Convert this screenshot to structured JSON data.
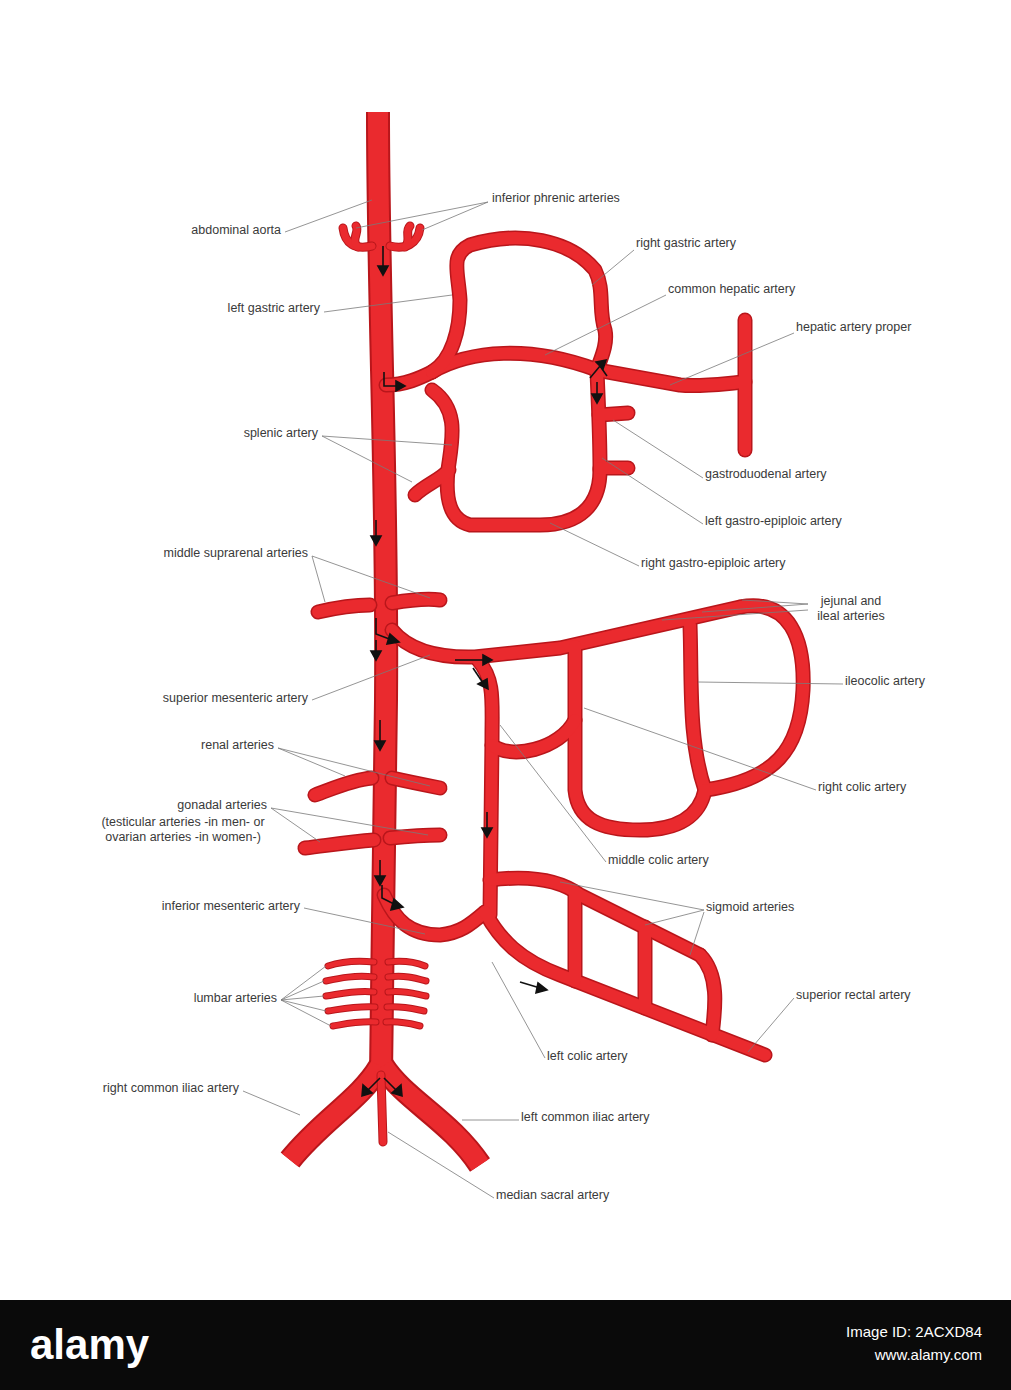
{
  "diagram": {
    "labels": [
      "abdominal aorta",
      "inferior phrenic arteries",
      "right gastric artery",
      "common hepatic artery",
      "left gastric artery",
      "hepatic artery proper",
      "splenic artery",
      "gastroduodenal artery",
      "left gastro-epiploic artery",
      "right gastro-epiploic artery",
      "middle suprarenal arteries",
      "jejunal and ileal arteries",
      "ileocolic artery",
      "superior mesenteric artery",
      "renal arteries",
      "right colic artery",
      "gonadal arteries",
      "(testicular arteries -in men- or ovarian arteries -in women-)",
      "middle colic artery",
      "inferior mesenteric artery",
      "sigmoid arteries",
      "superior rectal artery",
      "lumbar arteries",
      "left colic artery",
      "right common iliac artery",
      "left common iliac artery",
      "median sacral artery",
      "alamy",
      "Image ID: 2ACXD84",
      "www.alamy.com"
    ]
  }
}
